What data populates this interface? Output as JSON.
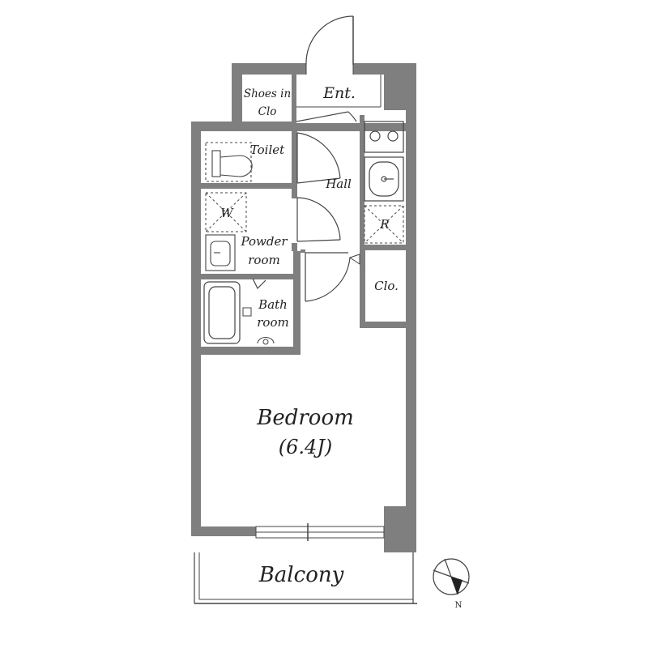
{
  "rooms": {
    "shoes_closet_line1": "Shoes in",
    "shoes_closet_line2": "Clo",
    "entrance": "Ent.",
    "toilet": "Toilet",
    "hall": "Hall",
    "washer": "W",
    "refrigerator": "R",
    "powder_line1": "Powder",
    "powder_line2": "room",
    "closet": "Clo.",
    "bath_line1": "Bath",
    "bath_line2": "room",
    "bedroom": "Bedroom",
    "bedroom_size": "(6.4J)",
    "balcony": "Balcony"
  },
  "compass": {
    "label": "N"
  },
  "colors": {
    "wall": "#7f7f7f",
    "line": "#444444",
    "text": "#222222"
  }
}
